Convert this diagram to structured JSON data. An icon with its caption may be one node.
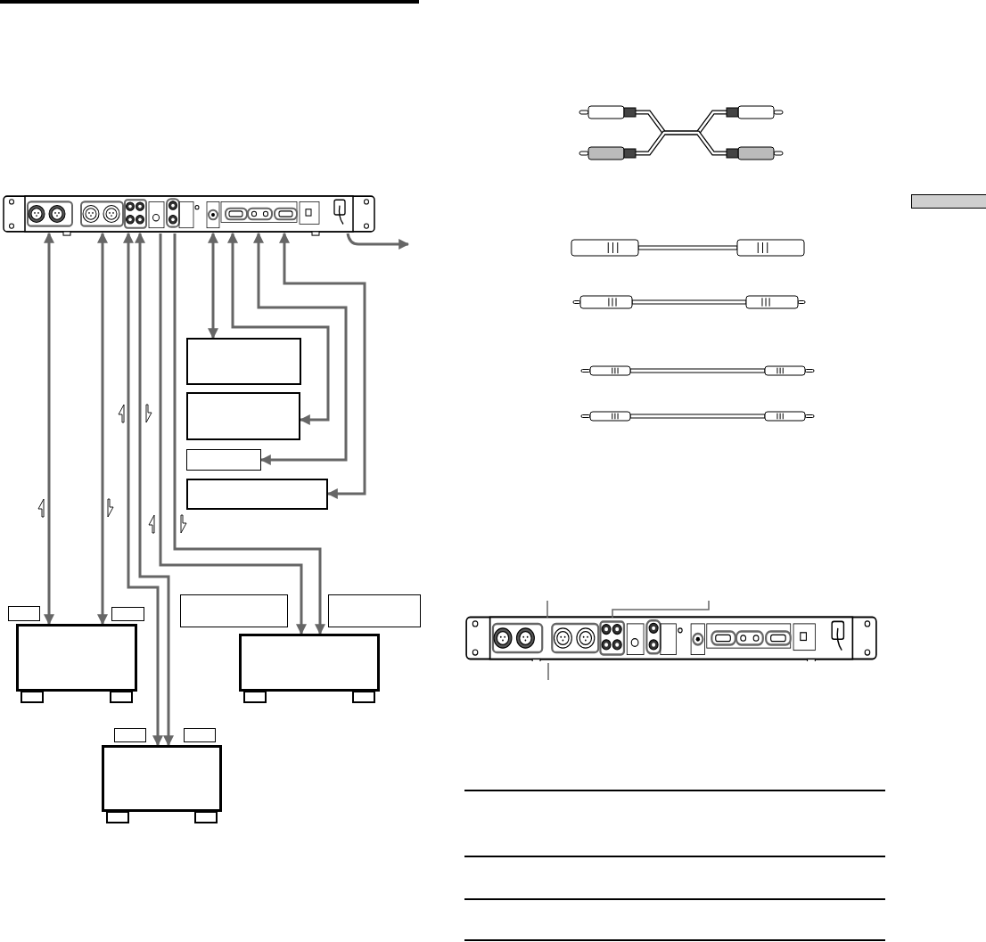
{
  "diagram": {
    "nodes": [
      {
        "text": [],
        "shape": "picture"
      },
      {
        "text": [],
        "shape": "box"
      },
      {
        "text": [],
        "shape": "box"
      },
      {
        "text": [],
        "shape": "box"
      },
      {
        "text": [],
        "shape": "box"
      },
      {
        "text": [],
        "shape": "box"
      },
      {
        "text": [],
        "shape": "box"
      },
      {
        "text": [],
        "shape": "box"
      },
      {
        "text": [],
        "shape": "box"
      },
      {
        "text": [],
        "shape": "box"
      },
      {
        "text": [],
        "shape": "box"
      },
      {
        "text": [],
        "shape": "box"
      },
      {
        "text": [],
        "shape": "box"
      },
      {
        "text": [],
        "shape": "box"
      },
      {
        "text": [],
        "shape": "box"
      }
    ],
    "edges": [
      {
        "from": 0,
        "to": 7,
        "arrow": "both"
      },
      {
        "from": 0,
        "to": 7,
        "arrow": "both"
      },
      {
        "from": 0,
        "to": 13,
        "arrow": "both"
      },
      {
        "from": 0,
        "to": 13,
        "arrow": "both"
      },
      {
        "from": 0,
        "to": 10,
        "arrow": "to"
      },
      {
        "from": 0,
        "to": 10,
        "arrow": "to"
      },
      {
        "from": 0,
        "to": 1,
        "arrow": "both"
      },
      {
        "from": 0,
        "to": 2,
        "arrow": "both"
      },
      {
        "from": 0,
        "to": 3,
        "arrow": "both"
      },
      {
        "from": 0,
        "to": 4,
        "arrow": "both"
      },
      {
        "from": 0,
        "to": null,
        "arrow": "to"
      }
    ]
  }
}
